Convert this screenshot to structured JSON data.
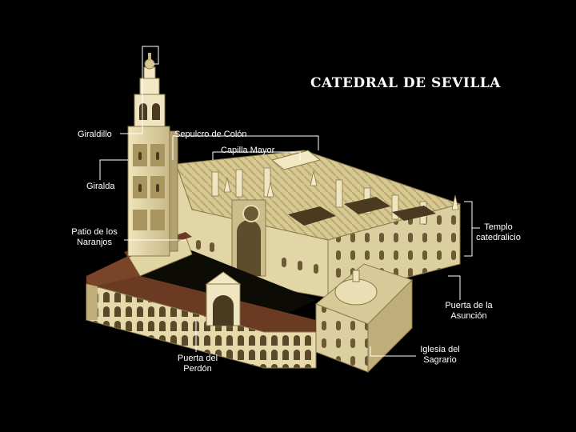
{
  "title": "CATEDRAL DE SEVILLA",
  "labels": {
    "giraldillo": "Giraldillo",
    "giralda": "Giralda",
    "patio_line1": "Patio de los",
    "patio_line2": "Naranjos",
    "sepulcro": "Sepulcro de Colón",
    "capilla": "Capilla Mayor",
    "templo_line1": "Templo",
    "templo_line2": "catedralicio",
    "puerta_asuncion_line1": "Puerta de la",
    "puerta_asuncion_line2": "Asunción",
    "iglesia_line1": "Iglesia del",
    "iglesia_line2": "Sagrario",
    "perdon_line1": "Puerta del",
    "perdon_line2": "Perdón"
  },
  "colors": {
    "background": "#000000",
    "stone": "#e8dcb0",
    "stone_shade": "#c4b47e",
    "stone_dark": "#8a7a4c",
    "roof_brown": "#6b3a22",
    "leader": "#ffffff"
  }
}
